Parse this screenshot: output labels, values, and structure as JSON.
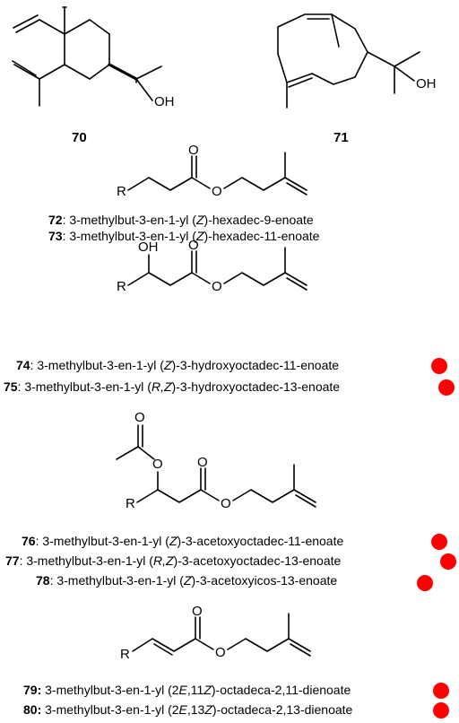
{
  "atoms": {
    "oh": "OH",
    "o": "O",
    "r": "R"
  },
  "compounds": {
    "c70": "70",
    "c71": "71"
  },
  "captions": [
    {
      "id": "72",
      "text": "3-methylbut-3-en-1-yl (Z)-hexadec-9-enoate",
      "pre": "3-methylbut-3-en-1-yl (",
      "it": "Z",
      "post": ")-hexadec-9-enoate",
      "marked": false
    },
    {
      "id": "73",
      "text": "3-methylbut-3-en-1-yl (Z)-hexadec-11-enoate",
      "pre": "3-methylbut-3-en-1-yl (",
      "it": "Z",
      "post": ")-hexadec-11-enoate",
      "marked": false
    },
    {
      "id": "74",
      "pre": "3-methylbut-3-en-1-yl (",
      "it": "Z",
      "post": ")-3-hydroxyoctadec-11-enoate",
      "marked": true
    },
    {
      "id": "75",
      "pre": "3-methylbut-3-en-1-yl (",
      "it": "R,Z",
      "post": ")-3-hydroxyoctadec-13-enoate",
      "marked": true
    },
    {
      "id": "76",
      "pre": "3-methylbut-3-en-1-yl (",
      "it": "Z",
      "post": ")-3-acetoxyoctadec-11-enoate",
      "marked": true
    },
    {
      "id": "77",
      "pre": "3-methylbut-3-en-1-yl (",
      "it": "R,Z",
      "post": ")-3-acetoxyoctadec-13-enoate",
      "marked": true
    },
    {
      "id": "78",
      "pre": "3-methylbut-3-en-1-yl (",
      "it": "Z",
      "post": ")-3-acetoxyicos-13-enoate",
      "marked": true
    },
    {
      "id": "79",
      "pre": "3-methylbut-3-en-1-yl (2",
      "it": "E",
      "mid": ",11",
      "it2": "Z",
      "post": ")-octadeca-2,11-dienoate",
      "marked": true
    },
    {
      "id": "80",
      "pre": "3-methylbut-3-en-1-yl (2",
      "it": "E",
      "mid": ",13",
      "it2": "Z",
      "post": ")-octadeca-2,13-dienoate",
      "marked": true
    }
  ],
  "marker_color": "#ff0000"
}
